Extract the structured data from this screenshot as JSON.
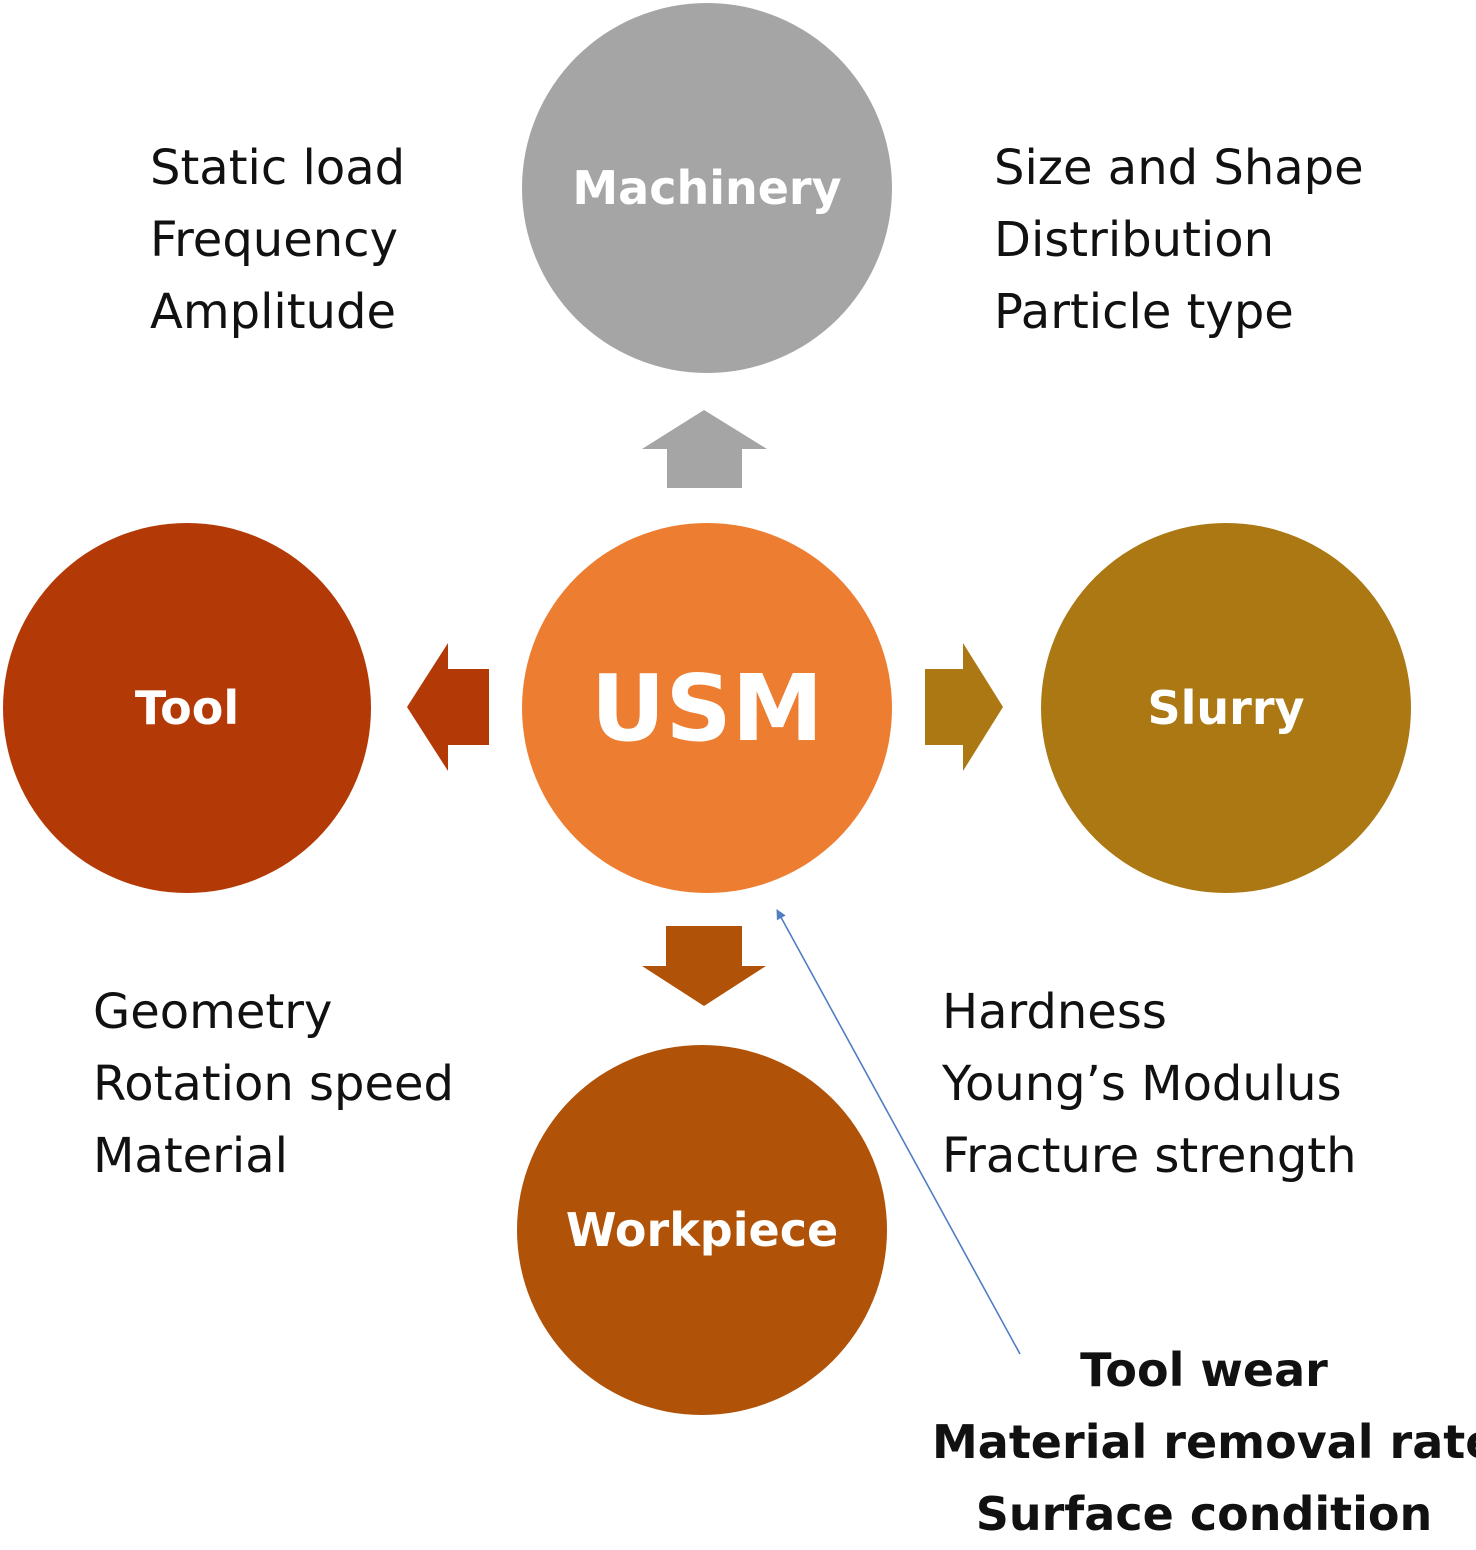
{
  "colors": {
    "machinery": "#a5a5a5",
    "usm": "#ed7d31",
    "tool": "#b33a06",
    "slurry": "#ab7813",
    "workpiece": "#b05207",
    "pointer_line": "#4f7ec2"
  },
  "nodes": {
    "center": "USM",
    "machinery": "Machinery",
    "tool": "Tool",
    "slurry": "Slurry",
    "workpiece": "Workpiece"
  },
  "factors": {
    "machinery": [
      "Static load",
      "Frequency",
      "Amplitude"
    ],
    "slurry": [
      "Size and Shape",
      "Distribution",
      "Particle type"
    ],
    "tool": [
      "Geometry",
      "Rotation speed",
      "Material"
    ],
    "workpiece": [
      "Hardness",
      "Young’s Modulus",
      "Fracture strength"
    ]
  },
  "outputs": [
    "Tool wear",
    "Material removal rate",
    "Surface condition"
  ]
}
